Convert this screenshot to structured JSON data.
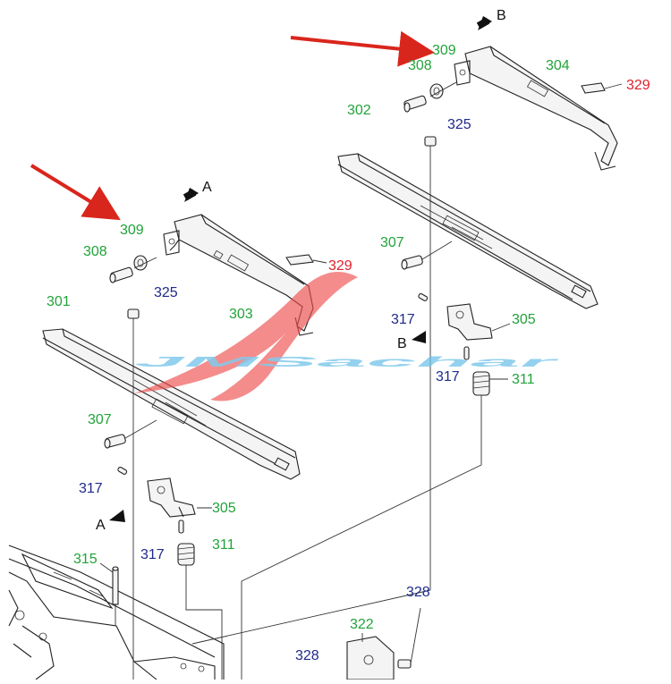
{
  "colors": {
    "green_label": "#21a33a",
    "blue_label": "#1f2a8a",
    "red_label": "#e0212b",
    "arrow": "#d9261c",
    "watermark_blue": "#6cc0e8",
    "watermark_red": "#ee4b4b"
  },
  "watermark": {
    "text": "JMSachar"
  },
  "view_markers": {
    "a": "A",
    "b": "B"
  },
  "labels": {
    "l301": "301",
    "l302": "302",
    "l303": "303",
    "l304": "304",
    "l305_left": "305",
    "l305_right": "305",
    "l307_left": "307",
    "l307_right": "307",
    "l308_left": "308",
    "l308_right": "308",
    "l309_left": "309",
    "l309_right": "309",
    "l311_left": "311",
    "l311_right": "311",
    "l315": "315",
    "l317_a": "317",
    "l317_b": "317",
    "l317_c": "317",
    "l317_d": "317",
    "l322": "322",
    "l325_left": "325",
    "l325_right": "325",
    "l328_a": "328",
    "l328_b": "328",
    "l329_left": "329",
    "l329_right": "329"
  }
}
